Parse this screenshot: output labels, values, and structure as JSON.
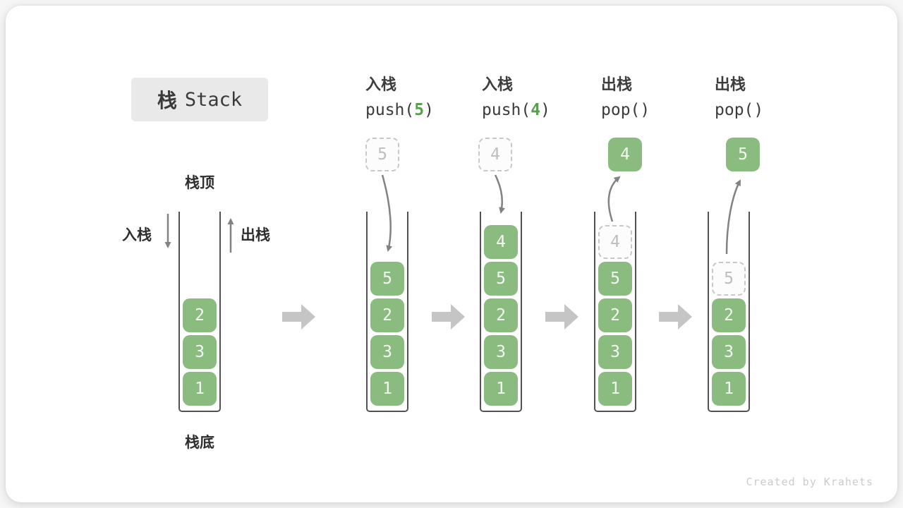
{
  "title": {
    "cn": "栈",
    "en": "Stack"
  },
  "labels": {
    "stack_top": "栈顶",
    "stack_bottom": "栈底",
    "push_side": "入栈",
    "pop_side": "出栈"
  },
  "operations": [
    {
      "label": "入栈",
      "code_prefix": "push(",
      "code_arg": "5",
      "code_suffix": ")"
    },
    {
      "label": "入栈",
      "code_prefix": "push(",
      "code_arg": "4",
      "code_suffix": ")"
    },
    {
      "label": "出栈",
      "code_prefix": "pop(",
      "code_arg": "",
      "code_suffix": ")"
    },
    {
      "label": "出栈",
      "code_prefix": "pop(",
      "code_arg": "",
      "code_suffix": ")"
    }
  ],
  "stacks": [
    {
      "boxes": [
        "2",
        "3",
        "1"
      ]
    },
    {
      "floating": "5",
      "boxes": [
        "5",
        "2",
        "3",
        "1"
      ]
    },
    {
      "floating": "4",
      "boxes": [
        "4",
        "5",
        "2",
        "3",
        "1"
      ]
    },
    {
      "floating": "4",
      "ghost": "4",
      "boxes": [
        "5",
        "2",
        "3",
        "1"
      ]
    },
    {
      "floating": "5",
      "ghost": "5",
      "boxes": [
        "2",
        "3",
        "1"
      ]
    }
  ],
  "colors": {
    "element_green": "#8abb7f",
    "code_arg_green": "#5a9c50",
    "arrow_gray": "#828282",
    "flow_arrow_gray": "#c5c5c5"
  },
  "watermark": "Created by Krahets"
}
